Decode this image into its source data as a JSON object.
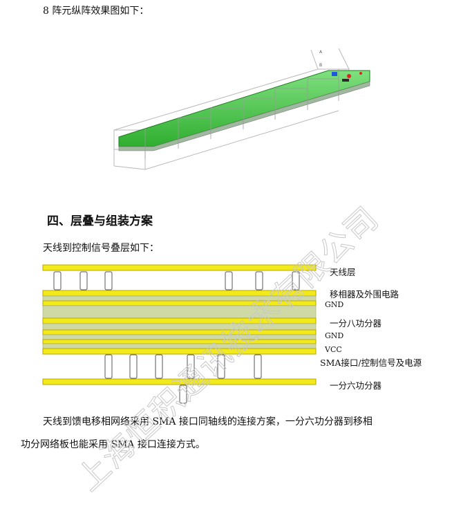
{
  "caption_8array": "8 阵元纵阵效果图如下：",
  "section_title": "四、层叠与组装方案",
  "stackup_intro": "天线到控制信号叠层如下：",
  "layers": {
    "antenna": "天线层",
    "phase_shifter": "移相器及外围电路",
    "gnd1": "GND",
    "divider8": "一分八功分器",
    "gnd2": "GND",
    "vcc": "VCC",
    "sma_ctrl": "SMA接口/控制信号及电源",
    "divider6": "一分六功分器"
  },
  "para_line1": "天线到馈电移相网络采用 SMA 接口同轴线的连接方案，一分六功分器到移相",
  "para_line2": "功分网络板也能采用 SMA 接口连接方式。",
  "watermark": "上海恒积通讯技术有限公司",
  "colors": {
    "yellow": "#f2ea1b",
    "yellow_edge": "#b8a800",
    "sage": "#cfd9a6",
    "pcb_green": "#3cc43c"
  }
}
